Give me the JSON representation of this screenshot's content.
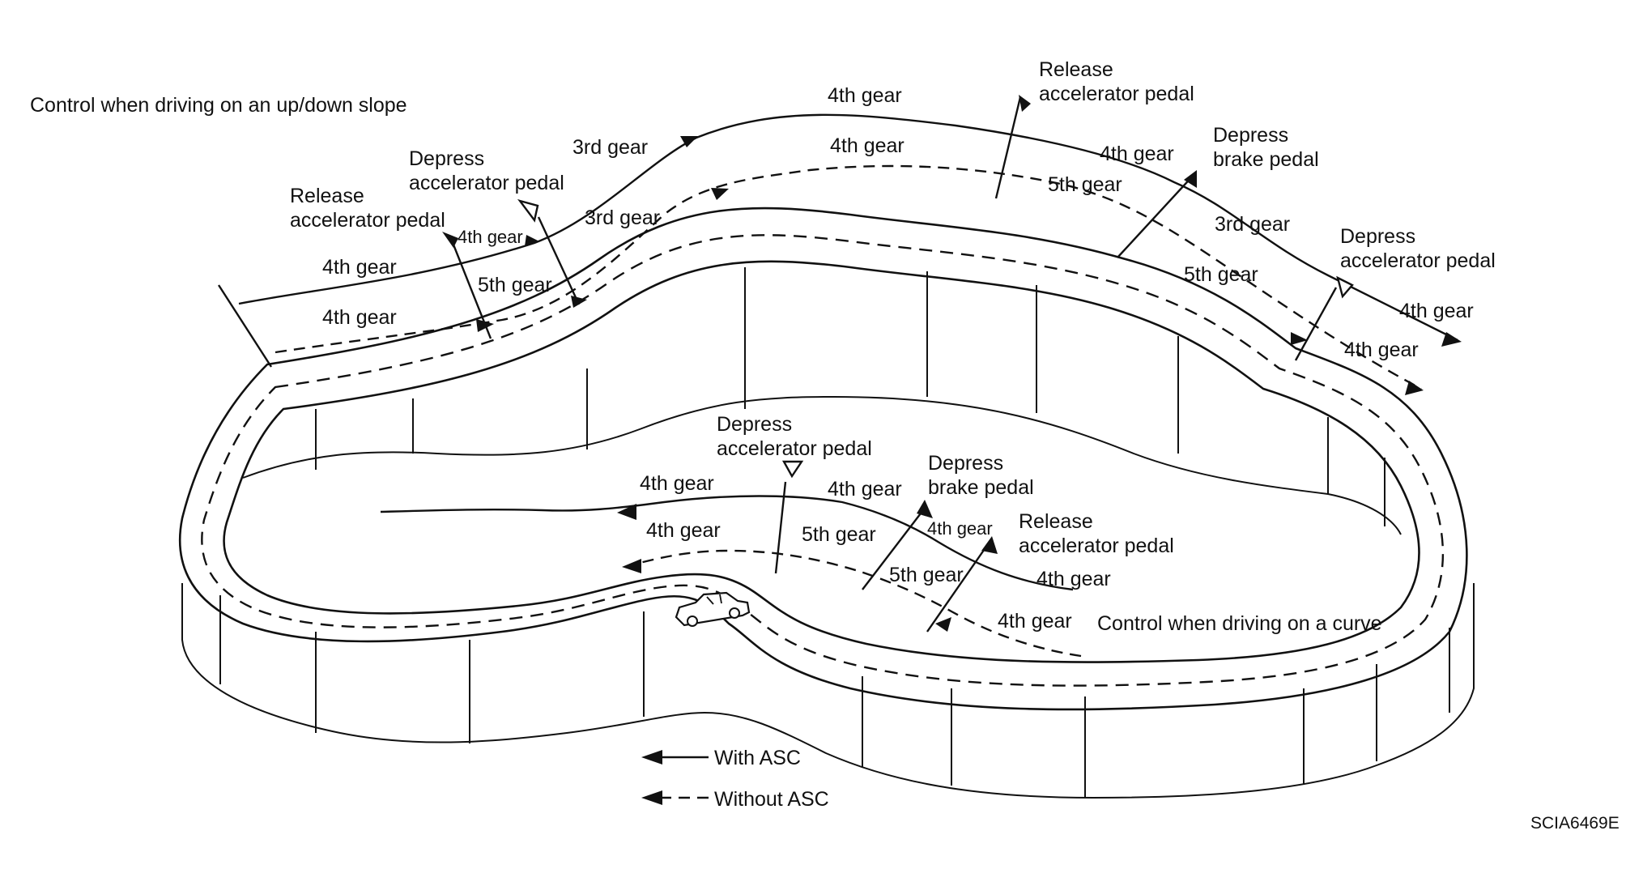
{
  "titles": {
    "slope": "Control when driving on an up/down slope",
    "curve": "Control when driving on a curve"
  },
  "slope_labels": {
    "release_top": "Release\naccelerator pedal",
    "release_left": "Release\naccelerator pedal",
    "depress_left": "Depress\naccelerator pedal",
    "depress_brake": "Depress\nbrake pedal",
    "depress_right": "Depress\naccelerator pedal",
    "g_4th_a": "4th gear",
    "g_4th_b": "4th gear",
    "g_4th_small": "4th gear",
    "g_5th_left": "5th gear",
    "g_3rd_upper": "3rd gear",
    "g_3rd_lower": "3rd gear",
    "g_4th_top": "4th gear",
    "g_4th_top_lower": "4th gear",
    "g_4th_right_upper": "4th gear",
    "g_5th_right": "5th gear",
    "g_3rd_right": "3rd gear",
    "g_5th_right2": "5th gear",
    "g_4th_far_upper": "4th gear",
    "g_4th_far_lower": "4th gear"
  },
  "curve_labels": {
    "depress_acc": "Depress\naccelerator pedal",
    "depress_brake": "Depress\nbrake pedal",
    "release_acc": "Release\naccelerator pedal",
    "g_4th_left_upper": "4th gear",
    "g_4th_left_lower": "4th gear",
    "g_4th_mid": "4th gear",
    "g_5th_mid": "5th gear",
    "g_4th_small": "4th gear",
    "g_5th_right": "5th gear",
    "g_4th_right_upper": "4th gear",
    "g_4th_right_lower": "4th gear"
  },
  "legend": {
    "with": "With ASC",
    "without": "Without ASC"
  },
  "figure_code": "SCIA6469E",
  "icons": [
    "car-icon",
    "filled-arrow-marker",
    "open-triangle-marker"
  ]
}
